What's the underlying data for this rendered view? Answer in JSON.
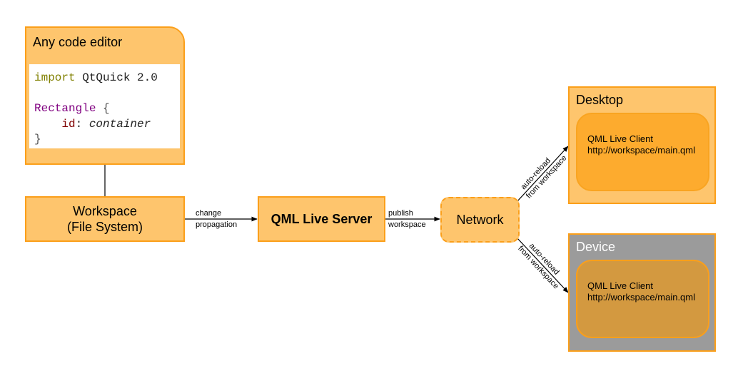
{
  "editor": {
    "title": "Any code editor",
    "code": {
      "line1_keyword": "import",
      "line1_rest": " QtQuick 2.0",
      "line3_type": "Rectangle",
      "line3_brace": " {",
      "line4_indent": "    ",
      "line4_prop": "id",
      "line4_colon": ": ",
      "line4_value": "container",
      "line5_brace": "}"
    }
  },
  "workspace": {
    "line1": "Workspace",
    "line2": "(File System)"
  },
  "server": {
    "label": "QML Live Server"
  },
  "network": {
    "label": "Network"
  },
  "desktop": {
    "title": "Desktop",
    "client_name": "QML Live Client",
    "client_url": "http://workspace/main.qml"
  },
  "device": {
    "title": "Device",
    "client_name": "QML Live Client",
    "client_url": "http://workspace/main.qml"
  },
  "edges": {
    "change": {
      "line1": "change",
      "line2": "propagation"
    },
    "publish": {
      "line1": "publish",
      "line2": "workspace"
    },
    "reload_desktop": {
      "line1": "auto-reload",
      "line2": "from workspace"
    },
    "reload_device": {
      "line1": "auto-reload",
      "line2": "from workspace"
    }
  },
  "colors": {
    "box_fill": "#fec56d",
    "box_border": "#fb9f1a",
    "desktop_client_fill": "#fdab2e",
    "device_fill": "#9b9b9b",
    "device_client_fill": "#d39940"
  }
}
